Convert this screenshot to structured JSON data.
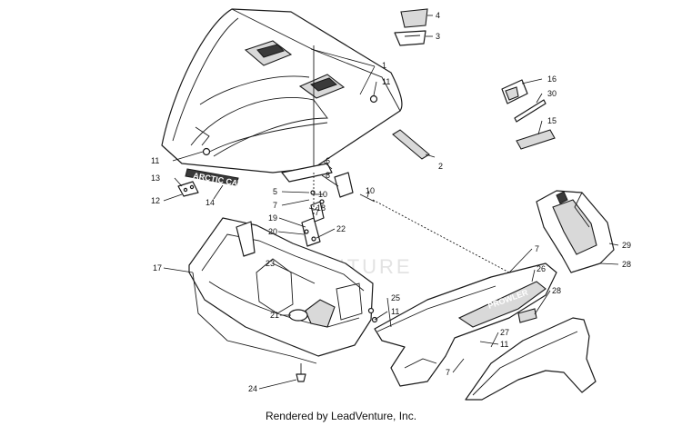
{
  "watermark": "LEADVENTURE",
  "footer": "Rendered by LeadVenture, Inc.",
  "decals": {
    "hood_logo": "ARCTIC CAT",
    "side_logo": "PROWLER"
  },
  "callouts": [
    "1",
    "2",
    "3",
    "4",
    "5",
    "6",
    "7",
    "7",
    "7",
    "7",
    "8",
    "9",
    "10",
    "11",
    "11",
    "11",
    "11",
    "12",
    "13",
    "14",
    "15",
    "16",
    "17",
    "18",
    "19",
    "20",
    "21",
    "22",
    "23",
    "24",
    "25",
    "26",
    "27",
    "28",
    "28",
    "29",
    "30"
  ]
}
